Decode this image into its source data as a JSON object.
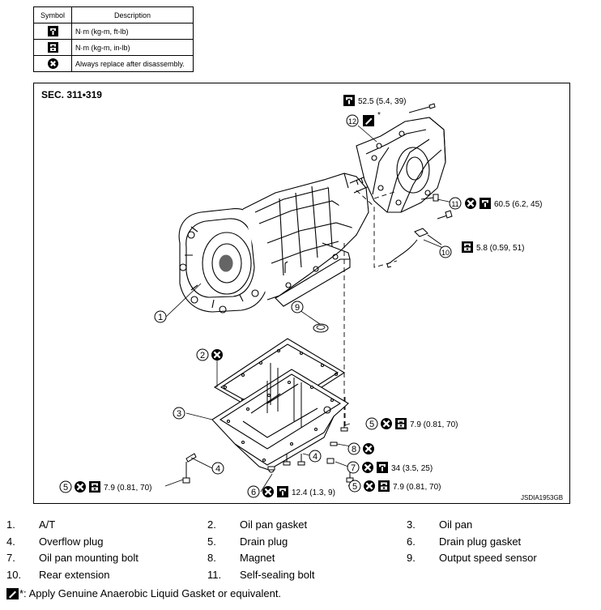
{
  "symbol_table": {
    "headers": {
      "symbol": "Symbol",
      "description": "Description"
    },
    "rows": [
      {
        "icon": "torque-wrench-icon",
        "description": "N·m (kg-m, ft-lb)"
      },
      {
        "icon": "torque-wrench-inlb-icon",
        "description": "N·m (kg-m, in-lb)"
      },
      {
        "icon": "always-replace-icon",
        "description": "Always replace after disassembly."
      }
    ]
  },
  "diagram": {
    "section_title": "SEC. 311•319",
    "image_code": "JSDIA1953GB",
    "asterisk": "*",
    "torques": {
      "t_52_5": "52.5 (5.4, 39)",
      "t_60_5": "60.5 (6.2, 45)",
      "t_5_8": "5.8 (0.59, 51)",
      "t_7_9": "7.9 (0.81, 70)",
      "t_34": "34 (3.5, 25)",
      "t_12_4": "12.4 (1.3, 9)"
    },
    "callout_numbers": {
      "n1": "1",
      "n2": "2",
      "n3": "3",
      "n4": "4",
      "n5": "5",
      "n6": "6",
      "n7": "7",
      "n8": "8",
      "n9": "9",
      "n10": "10",
      "n11": "11",
      "n12": "12"
    }
  },
  "legend": [
    {
      "num": "1.",
      "label": "A/T"
    },
    {
      "num": "2.",
      "label": "Oil pan gasket"
    },
    {
      "num": "3.",
      "label": "Oil pan"
    },
    {
      "num": "4.",
      "label": "Overflow plug"
    },
    {
      "num": "5.",
      "label": "Drain plug"
    },
    {
      "num": "6.",
      "label": "Drain plug gasket"
    },
    {
      "num": "7.",
      "label": "Oil pan mounting bolt"
    },
    {
      "num": "8.",
      "label": "Magnet"
    },
    {
      "num": "9.",
      "label": "Output speed sensor"
    },
    {
      "num": "10.",
      "label": "Rear extension"
    },
    {
      "num": "11.",
      "label": "Self-sealing bolt"
    }
  ],
  "footnote": "*: Apply Genuine Anaerobic Liquid Gasket or equivalent.",
  "footnote_icon": "liquid-gasket-icon"
}
